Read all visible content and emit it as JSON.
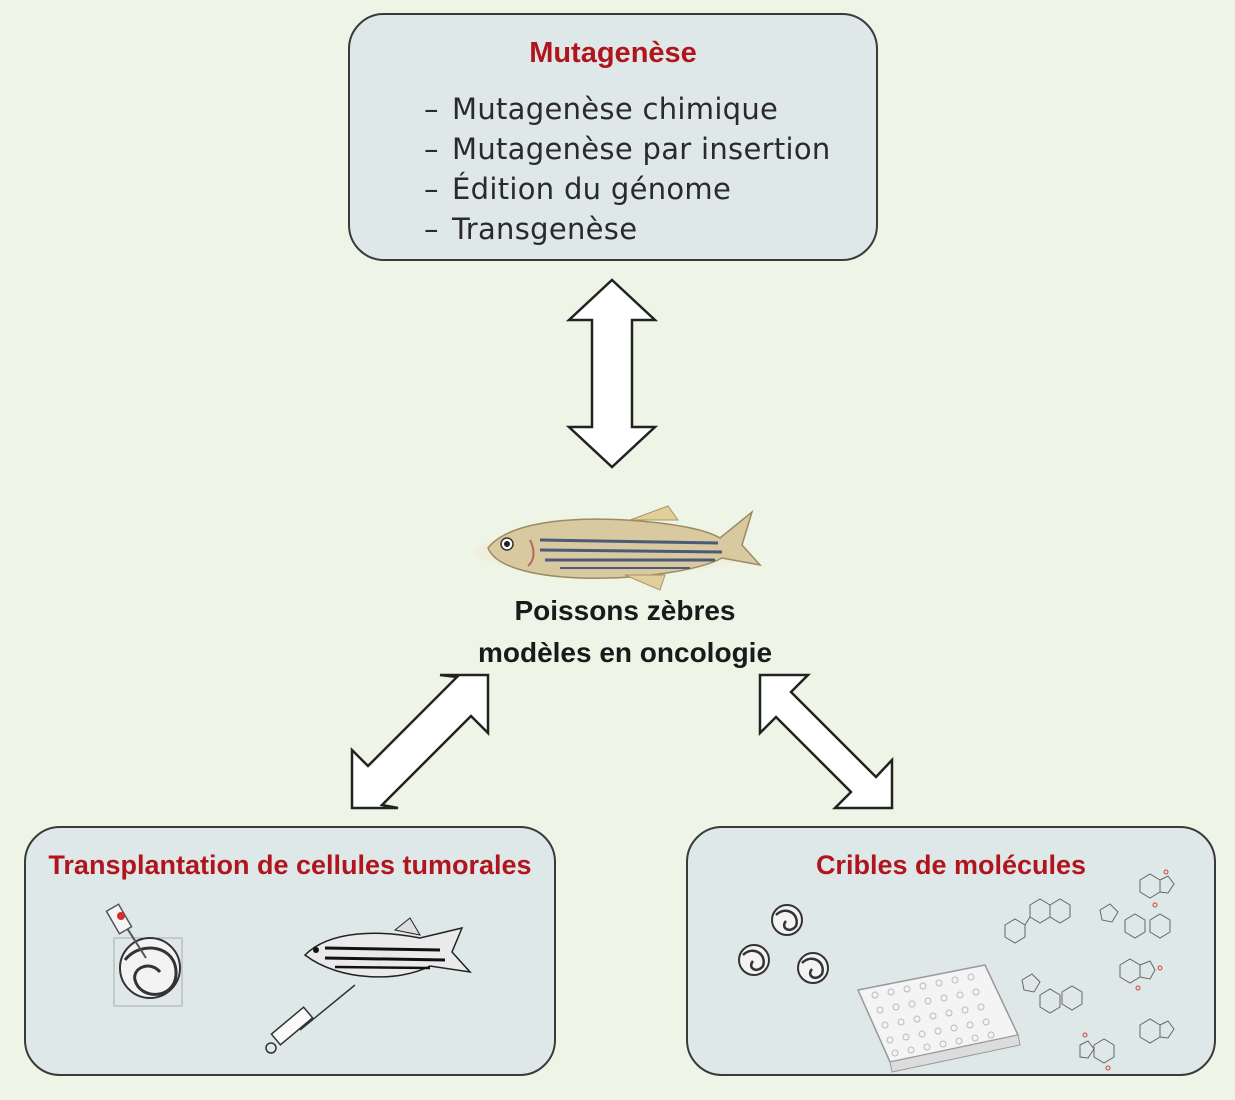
{
  "mutagenesis": {
    "title": "Mutagenèse",
    "items": [
      "Mutagenèse chimique",
      "Mutagenèse par insertion",
      "Édition du génome",
      "Transgenèse"
    ]
  },
  "center": {
    "line1": "Poissons zèbres",
    "line2": "modèles en oncologie"
  },
  "transplantation": {
    "title": "Transplantation de cellules tumorales"
  },
  "screening": {
    "title": "Cribles de molécules"
  },
  "colors": {
    "background": "#eef4e6",
    "box_fill": "#dfe8e8",
    "title_red": "#b0151d"
  }
}
